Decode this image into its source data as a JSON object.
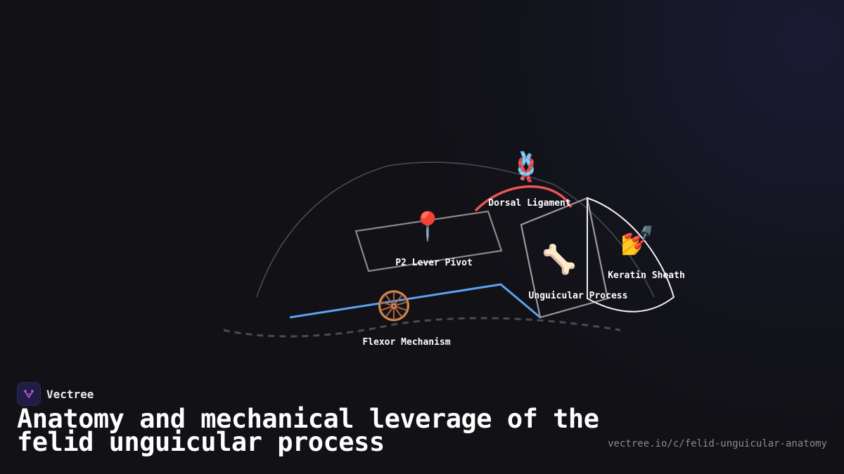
{
  "brand": {
    "name": "Vectree"
  },
  "title": "Anatomy and mechanical leverage of the felid unguicular process",
  "url": "vectree.io/c/felid-unguicular-anatomy",
  "colors": {
    "background": "#111116",
    "flexor": "#5aa2f0",
    "ligament": "#e85555",
    "outline": "#8a8a8a",
    "sheath": "#f2f2f2",
    "brand_accent": "#c45ad6"
  },
  "diagram": {
    "labels": {
      "dorsal_ligament": "Dorsal Ligament",
      "p2_lever_pivot": "P2 Lever Pivot",
      "keratin_sheath": "Keratin Sheath",
      "unguicular_process": "Unguicular Process",
      "flexor_mechanism": "Flexor Mechanism"
    },
    "icons": {
      "dorsal_ligament": "🪢",
      "p2_lever_pivot": "📍",
      "keratin_sheath": "💅",
      "unguicular_process": "🦴",
      "flexor_mechanism": "🛞"
    }
  }
}
